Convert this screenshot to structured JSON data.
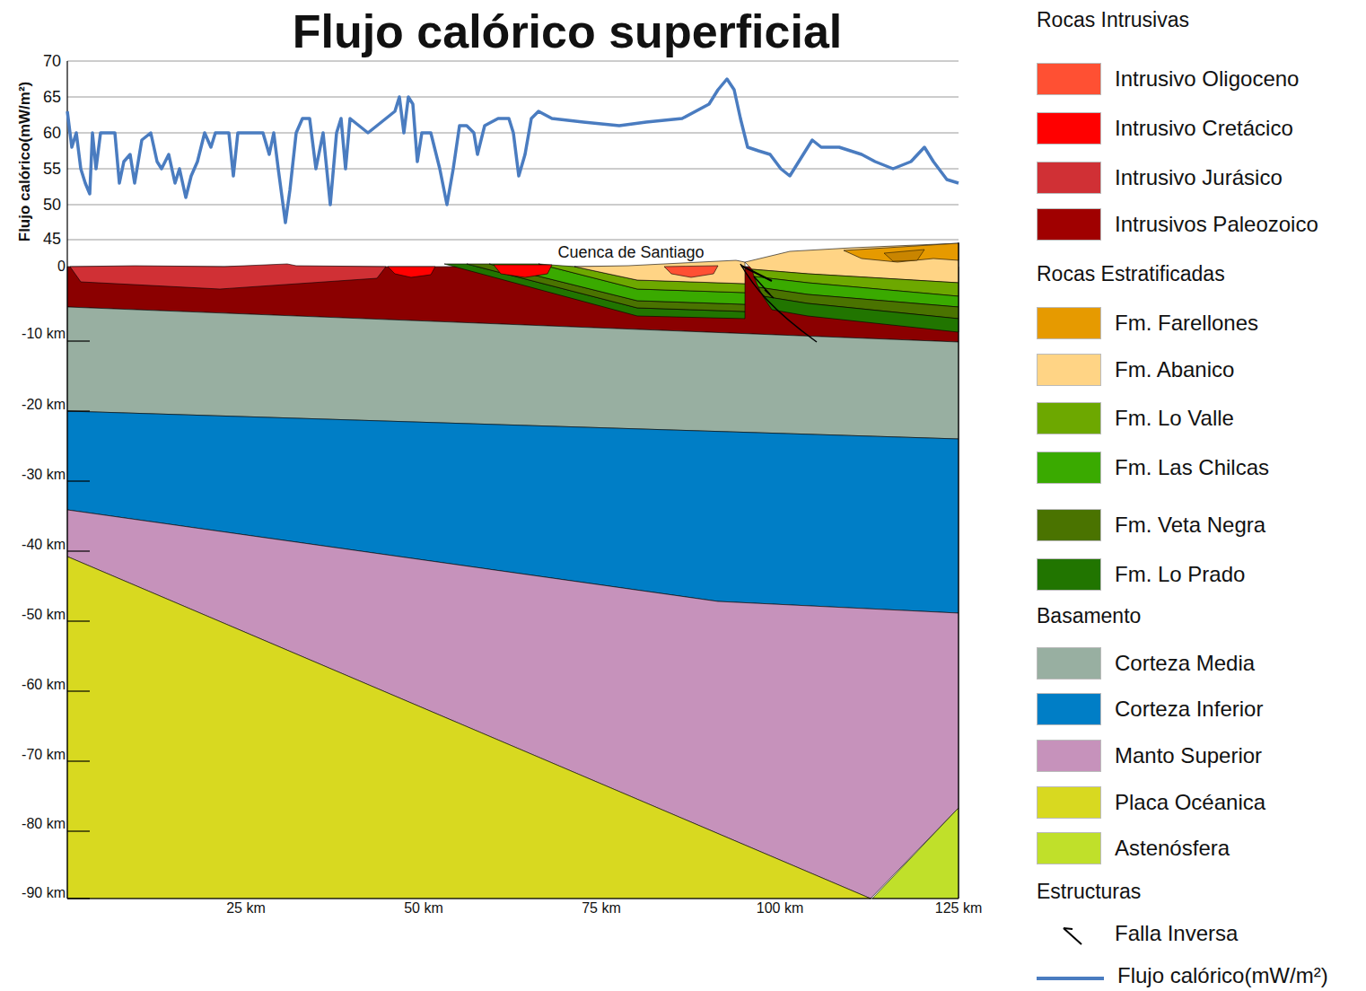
{
  "diagram": {
    "title": "Flujo calórico superficial",
    "labels": [
      "Flujo calórico(mW/m²)",
      "70",
      "65",
      "60",
      "55",
      "50",
      "45",
      "Cuenca de Santiago",
      "0",
      "-10 km",
      "-20 km",
      "-30 km",
      "-40 km",
      "-50 km",
      "-60 km",
      "-70 km",
      "-80 km",
      "-90 km",
      "25 km",
      "50 km",
      "75 km",
      "100 km",
      "125 km",
      "Rocas Intrusivas",
      "Rocas Estratificadas",
      "Basamento",
      "Estructuras"
    ],
    "legend": [
      {
        "text": "Intrusivo Oligoceno",
        "color": "#ff5033"
      },
      {
        "text": "Intrusivo Cretácico",
        "color": "#ff0000"
      },
      {
        "text": "Intrusivo Jurásico",
        "color": "#d03035"
      },
      {
        "text": "Intrusivos Paleozoico",
        "color": "#a00000"
      },
      {
        "text": "Fm. Farellones",
        "color": "#e69a00"
      },
      {
        "text": "Fm. Abanico",
        "color": "#ffd485"
      },
      {
        "text": "Fm. Lo Valle",
        "color": "#6da800"
      },
      {
        "text": "Fm. Las Chilcas",
        "color": "#3aaa00"
      },
      {
        "text": "Fm. Veta Negra",
        "color": "#4a7300"
      },
      {
        "text": "Fm. Lo Prado",
        "color": "#217500"
      },
      {
        "text": "Corteza Media",
        "color": "#98afa1"
      },
      {
        "text": "Corteza Inferior",
        "color": "#007ec6"
      },
      {
        "text": "Manto Superior",
        "color": "#c692bb"
      },
      {
        "text": "Placa Océanica",
        "color": "#d8d920"
      },
      {
        "text": "Astenósfera",
        "color": "#c0e02a"
      },
      {
        "text": "Falla Inversa"
      },
      {
        "text": "Flujo calórico(mW/m²)"
      }
    ]
  }
}
